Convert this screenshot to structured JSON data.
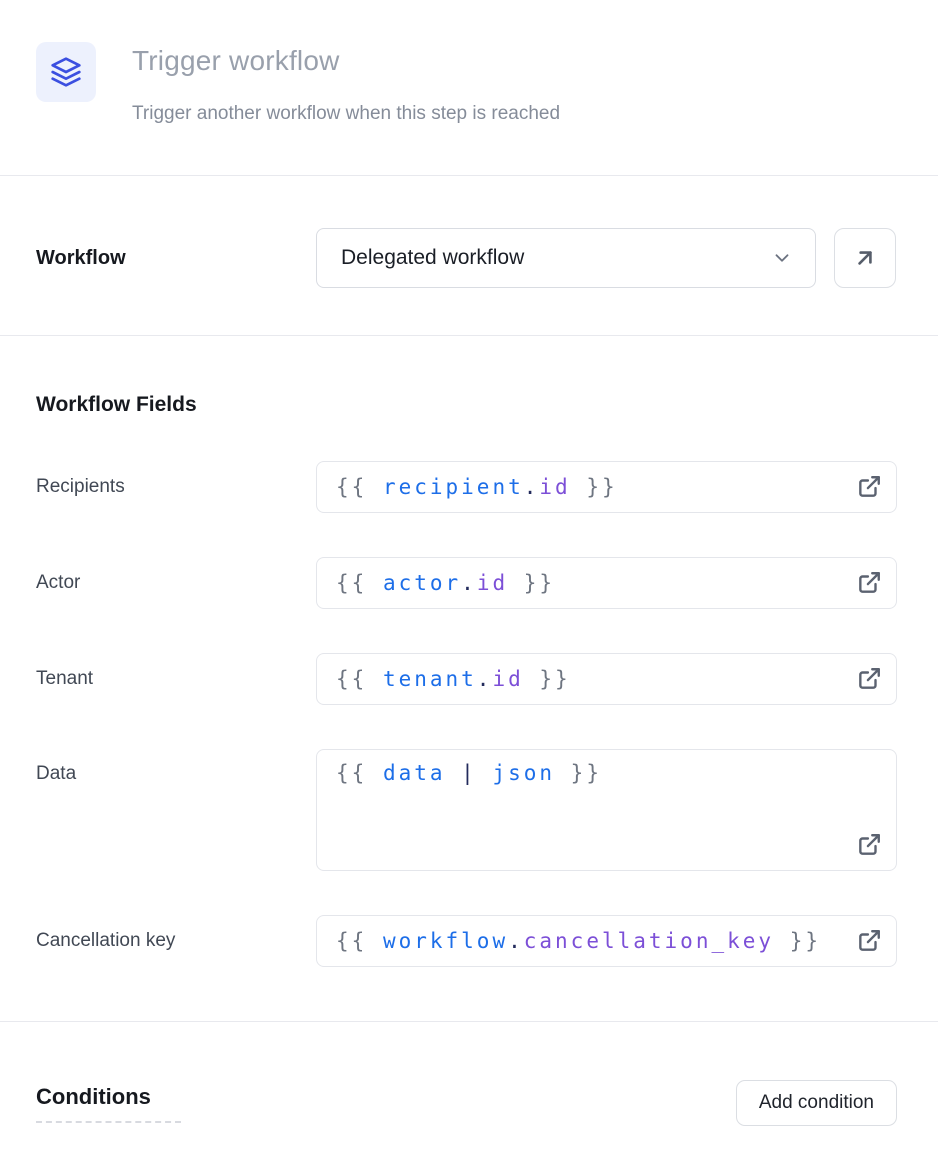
{
  "header": {
    "icon": "layers-icon",
    "title": "Trigger workflow",
    "subtitle": "Trigger another workflow when this step is reached"
  },
  "workflow": {
    "label": "Workflow",
    "select_value": "Delegated workflow"
  },
  "workflow_fields": {
    "heading": "Workflow Fields",
    "fields": [
      {
        "label": "Recipients",
        "value": "{{ recipient.id }}",
        "tokens": [
          {
            "t": "{{ ",
            "c": "brace"
          },
          {
            "t": "recipient",
            "c": "var"
          },
          {
            "t": ".",
            "c": "punct"
          },
          {
            "t": "id",
            "c": "prop"
          },
          {
            "t": " }}",
            "c": "brace"
          }
        ]
      },
      {
        "label": "Actor",
        "value": "{{ actor.id }}",
        "tokens": [
          {
            "t": "{{ ",
            "c": "brace"
          },
          {
            "t": "actor",
            "c": "var"
          },
          {
            "t": ".",
            "c": "punct"
          },
          {
            "t": "id",
            "c": "prop"
          },
          {
            "t": " }}",
            "c": "brace"
          }
        ]
      },
      {
        "label": "Tenant",
        "value": "{{ tenant.id }}",
        "tokens": [
          {
            "t": "{{ ",
            "c": "brace"
          },
          {
            "t": "tenant",
            "c": "var"
          },
          {
            "t": ".",
            "c": "punct"
          },
          {
            "t": "id",
            "c": "prop"
          },
          {
            "t": " }}",
            "c": "brace"
          }
        ]
      },
      {
        "label": "Data",
        "value": "{{ data | json }}",
        "tokens": [
          {
            "t": "{{ ",
            "c": "brace"
          },
          {
            "t": "data",
            "c": "var"
          },
          {
            "t": " | ",
            "c": "punct"
          },
          {
            "t": "json",
            "c": "var"
          },
          {
            "t": " }}",
            "c": "brace"
          }
        ]
      },
      {
        "label": "Cancellation key",
        "value": "{{ workflow.cancellation_key }}",
        "tokens": [
          {
            "t": "{{ ",
            "c": "brace"
          },
          {
            "t": "workflow",
            "c": "var"
          },
          {
            "t": ".",
            "c": "punct"
          },
          {
            "t": "cancellation_key",
            "c": "prop"
          },
          {
            "t": " }}",
            "c": "brace"
          }
        ]
      }
    ]
  },
  "conditions": {
    "heading": "Conditions",
    "add_button_label": "Add condition"
  },
  "colors": {
    "icon_bg": "#EDF1FD",
    "icon_blue": "#3B4FE0",
    "code_blue": "#1D6EE8",
    "code_purple": "#7C4FD7",
    "code_dark": "#232B5C",
    "code_gray": "#6E7581",
    "title_gray": "#99A0AC",
    "divider": "#E8E9EE"
  }
}
